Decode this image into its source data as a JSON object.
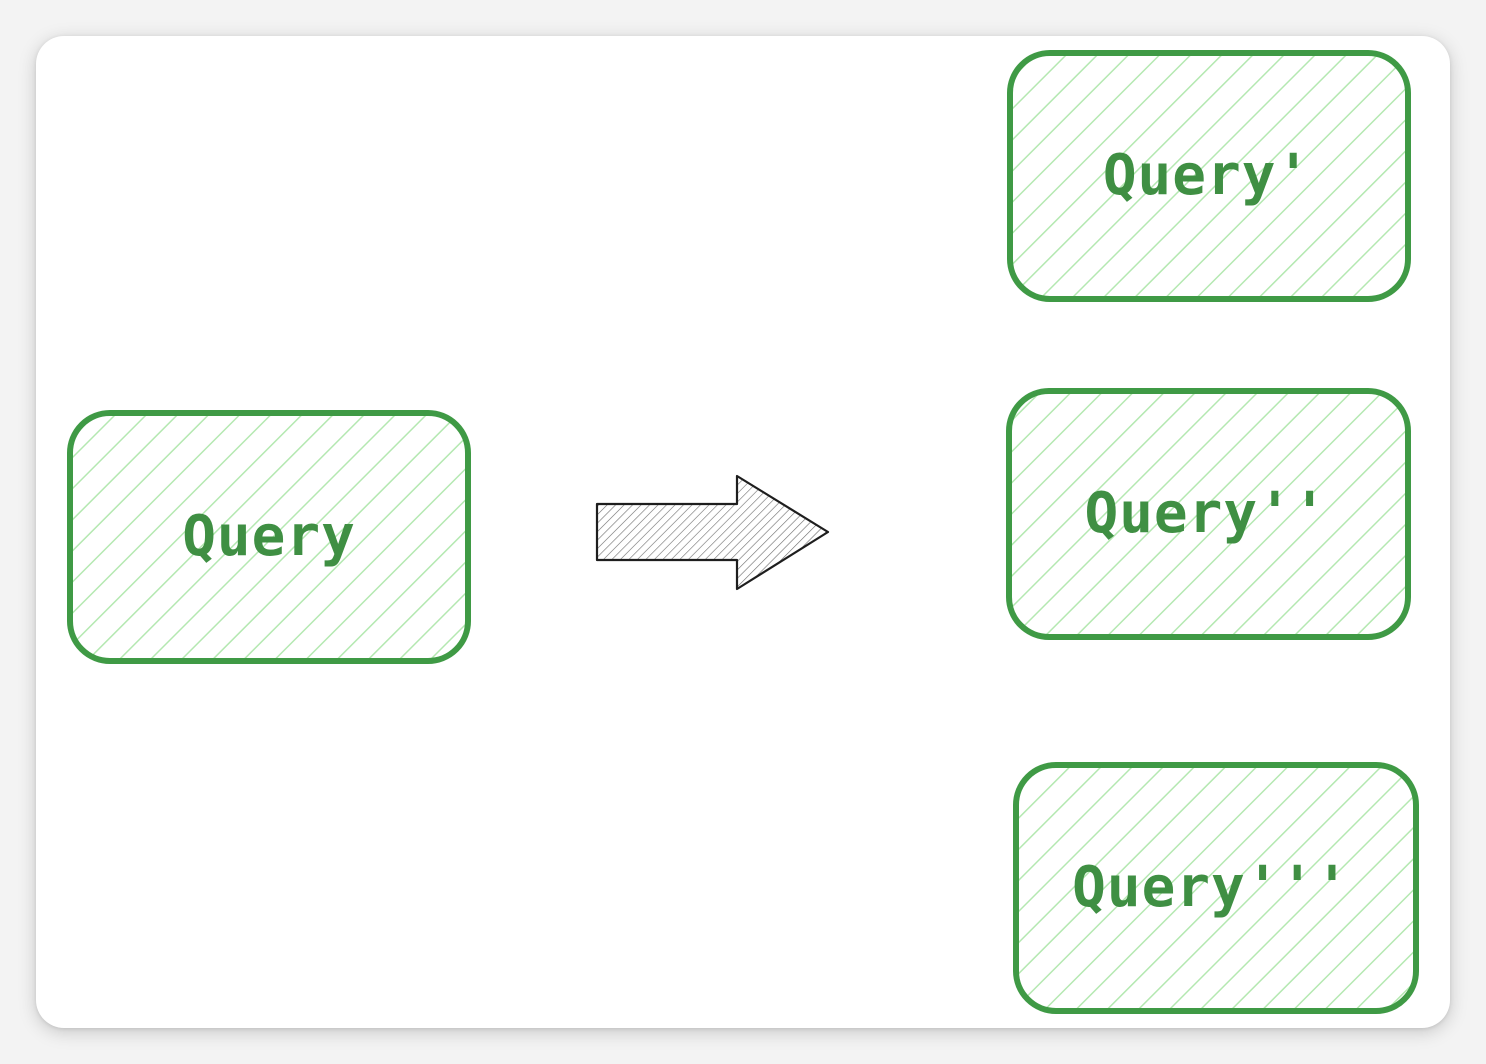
{
  "colors": {
    "box_stroke": "#3f9a45",
    "box_hatch": "#b4e8b1",
    "text": "#3f8f43",
    "arrow_stroke": "#1e1e1e",
    "arrow_hatch": "#6b6b6b",
    "canvas_bg": "#ffffff"
  },
  "nodes": {
    "source": {
      "label": "Query"
    },
    "rewrite_1": {
      "label": "Query'"
    },
    "rewrite_2": {
      "label": "Query''"
    },
    "rewrite_3": {
      "label": "Query'''"
    }
  },
  "connector": {
    "icon": "right-arrow-icon"
  }
}
